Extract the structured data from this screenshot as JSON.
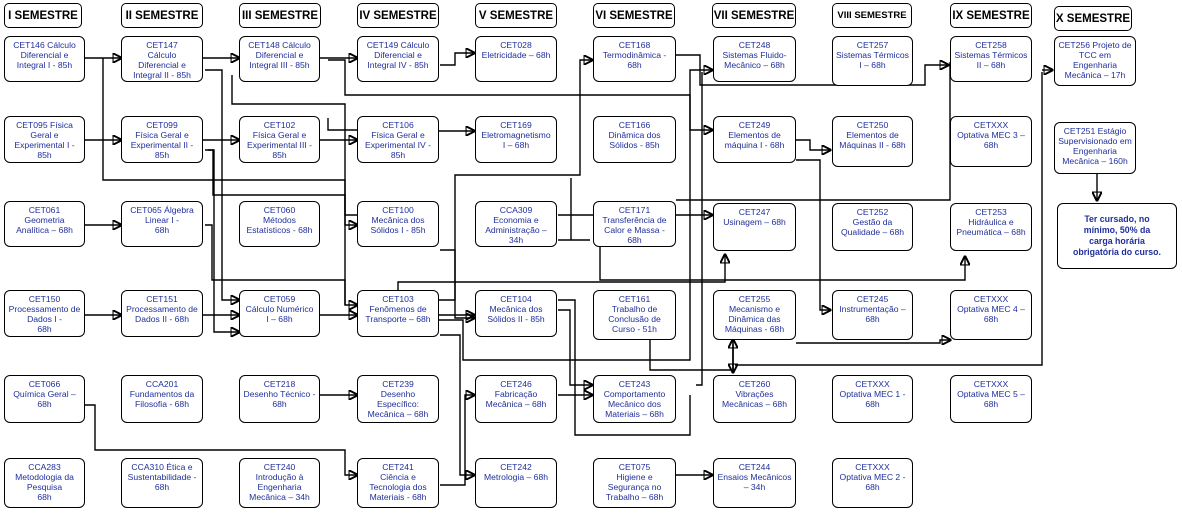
{
  "semesters": [
    "I SEMESTRE",
    "II SEMESTRE",
    "III SEMESTRE",
    "IV SEMESTRE",
    "V SEMESTRE",
    "VI SEMESTRE",
    "VII SEMESTRE",
    "VIII SEMESTRE",
    "IX SEMESTRE",
    "X SEMESTRE"
  ],
  "courses": {
    "cet146": "CET146 Cálculo\nDiferencial e\nIntegral I - 85h",
    "cet095": "CET095 Física\nGeral e\nExperimental I -\n85h",
    "cet061": "CET061\nGeometria\nAnalítica – 68h",
    "cet150": "CET150\nProcessamento de\nDados I -\n68h",
    "cet066": "CET066\nQuímica Geral –\n68h",
    "cca283": "CCA283\nMetodologia da\nPesquisa\n68h",
    "cet147": "CET147\nCálculo\nDiferencial e\nIntegral II - 85h",
    "cet099": "CET099\nFísica Geral e\nExperimental II -\n85h",
    "cet065": "CET065 Álgebra\nLinear I -\n68h",
    "cet151": "CET151\nProcessamento de\nDados II - 68h",
    "cca201": "CCA201\nFundamentos da\nFilosofia - 68h",
    "cca310": "CCA310 Ética e\nSustentabilidade -\n68h",
    "cet148": "CET148 Cálculo\nDiferencial e\nIntegral III - 85h",
    "cet102": "CET102\nFísica Geral e\nExperimental III -\n85h",
    "cet060": "CET060\nMétodos\nEstatísticos - 68h",
    "cet059": "CET059\nCálculo Numérico\nI – 68h",
    "cet218": "CET218\nDesenho Técnico -\n68h",
    "cet240": "CET240\nIntrodução à\nEngenharia\nMecânica – 34h",
    "cet149": "CET149 Cálculo\nDiferencial e\nIntegral IV - 85h",
    "cet106": "CET106\nFísica Geral e\nExperimental IV -\n85h",
    "cet100": "CET100\nMecânica dos\nSólidos I - 85h",
    "cet103": "CET103\nFenômenos de\nTransporte – 68h",
    "cet239": "CET239\nDesenho\nEspecífico:\nMecânica – 68h",
    "cet241": "CET241\nCiência e\nTecnologia dos\nMateriais - 68h",
    "cet028": "CET028\nEletricidade – 68h",
    "cet169": "CET169\nEletromagnetismo\nI – 68h",
    "cca309": "CCA309\nEconomia e\nAdministração –\n34h",
    "cet104": "CET104\nMecânica dos\nSólidos II - 85h",
    "cet246": "CET246\nFabricação\nMecânica – 68h",
    "cet242": "CET242\nMetrologia – 68h",
    "cet168": "CET168\nTermodinâmica -\n68h",
    "cet166": "CET166\nDinâmica dos\nSólidos - 85h",
    "cet171": "CET171\nTransferência de\nCalor e Massa -\n68h",
    "cet161": "CET161\nTrabalho de\nConclusão de\nCurso - 51h",
    "cet243": "CET243\nComportamento\nMecânico dos\nMateriais – 68h",
    "cet075": "CET075\nHigiene e\nSegurança no\nTrabalho – 68h",
    "cet248": "CET248\nSistemas Fluido-\nMecânico – 68h",
    "cet249": "CET249\nElementos de\nmáquina I - 68h",
    "cet247": "CET247\nUsinagem – 68h",
    "cet255": "CET255\nMecanismo e\nDinâmica das\nMáquinas - 68h",
    "cet260": "CET260\nVibrações\nMecânicas – 68h",
    "cet244": "CET244\nEnsaios Mecânicos\n– 34h",
    "cet257": "CET257\nSistemas Térmicos\nI – 68h",
    "cet250": "CET250\nElementos de\nMáquinas II - 68h",
    "cet252": "CET252\nGestão da\nQualidade – 68h",
    "cet245": "CET245\nInstrumentação –\n68h",
    "optativa1": "CETXXX\nOptativa MEC 1 -\n68h",
    "optativa2": "CETXXX\nOptativa MEC 2 -\n68h",
    "cet258": "CET258\nSistemas Térmicos\nII – 68h",
    "optativa3": "CETXXX\nOptativa MEC 3 –\n68h",
    "cet253": "CET253\nHidráulica e\nPneumática – 68h",
    "optativa4": "CETXXX\nOptativa MEC 4 –\n68h",
    "optativa5": "CETXXX\nOptativa MEC 5 –\n68h",
    "cet256": "CET256 Projeto de\nTCC em\nEngenharia\nMecânica – 17h",
    "cet251": "CET251 Estágio\nSupervisionado em\nEngenharia\nMecânica – 160h"
  },
  "note": "Ter cursado, no\nmínimo, 50% da\ncarga horária\nobrigatória do curso."
}
